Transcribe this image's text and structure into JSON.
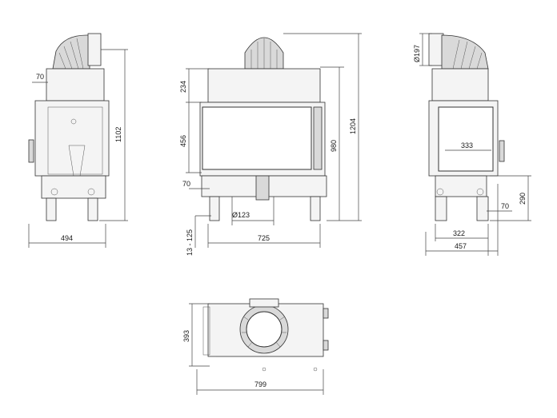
{
  "dimensions": {
    "side_left": {
      "offset": "70",
      "height": "1102",
      "depth": "494"
    },
    "front": {
      "top_section": "234",
      "glass_height": "456",
      "bottom_offset": "70",
      "leg_height": "13 - 125",
      "outlet_diameter": "Ø123",
      "opening_height": "980",
      "total_height": "1204",
      "width": "725"
    },
    "side_right": {
      "flue_diameter": "Ø197",
      "glass_width": "333",
      "inlet_height": "290",
      "inlet_offset": "70",
      "base_depth": "322",
      "total_depth": "457"
    },
    "top": {
      "depth": "393",
      "width": "799"
    }
  }
}
